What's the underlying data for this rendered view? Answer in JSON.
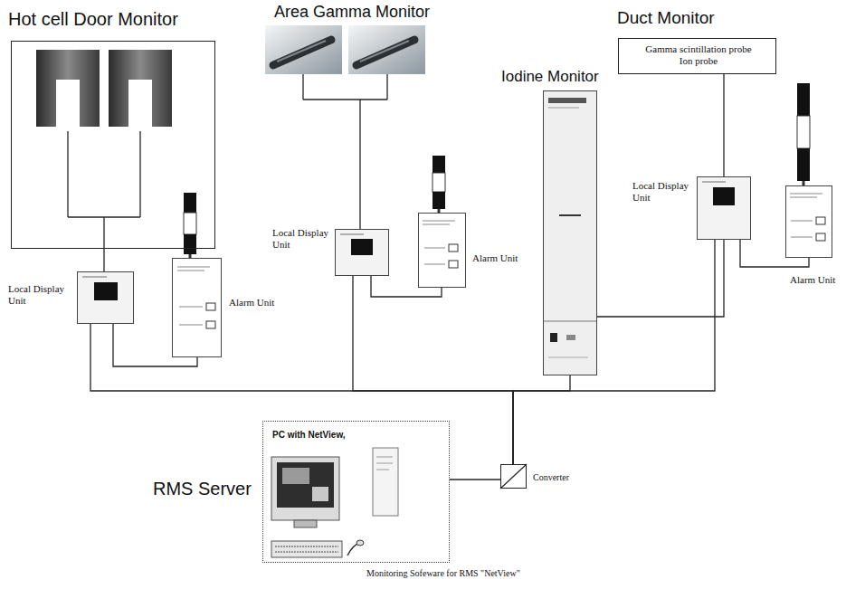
{
  "diagram": {
    "nodes": [
      {
        "text": [
          "Hot cell Door Monitor"
        ]
      },
      {
        "text": [
          "Local Display Unit"
        ]
      },
      {
        "text": [
          "Alarm Unit"
        ]
      },
      {
        "text": [
          "Area Gamma Monitor"
        ]
      },
      {
        "text": [
          "Local Display Unit"
        ]
      },
      {
        "text": [
          "Alarm Unit"
        ]
      },
      {
        "text": [
          "Iodine Monitor"
        ]
      },
      {
        "text": [
          "Duct Monitor",
          "Gamma scintillation probe Ion probe"
        ]
      },
      {
        "text": [
          "Local Display Unit"
        ]
      },
      {
        "text": [
          "Alarm Unit"
        ]
      },
      {
        "text": [
          "RMS Server",
          "PC with NetView,"
        ]
      },
      {
        "text": [
          "Converter"
        ]
      }
    ],
    "edges": [
      {
        "from": 0,
        "to": 1,
        "arrow": "none"
      },
      {
        "from": 1,
        "to": 2,
        "arrow": "none"
      },
      {
        "from": 1,
        "to": 11,
        "arrow": "none"
      },
      {
        "from": 3,
        "to": 4,
        "arrow": "none"
      },
      {
        "from": 4,
        "to": 5,
        "arrow": "none"
      },
      {
        "from": 4,
        "to": 11,
        "arrow": "none"
      },
      {
        "from": 6,
        "to": 8,
        "arrow": "none"
      },
      {
        "from": 6,
        "to": 11,
        "arrow": "none"
      },
      {
        "from": 7,
        "to": 8,
        "arrow": "none"
      },
      {
        "from": 8,
        "to": 9,
        "arrow": "none"
      },
      {
        "from": 8,
        "to": 11,
        "arrow": "none"
      },
      {
        "from": 11,
        "to": 10,
        "arrow": "none"
      }
    ],
    "labels": [
      "Monitoring Sofeware for RMS \"NetView\""
    ]
  }
}
